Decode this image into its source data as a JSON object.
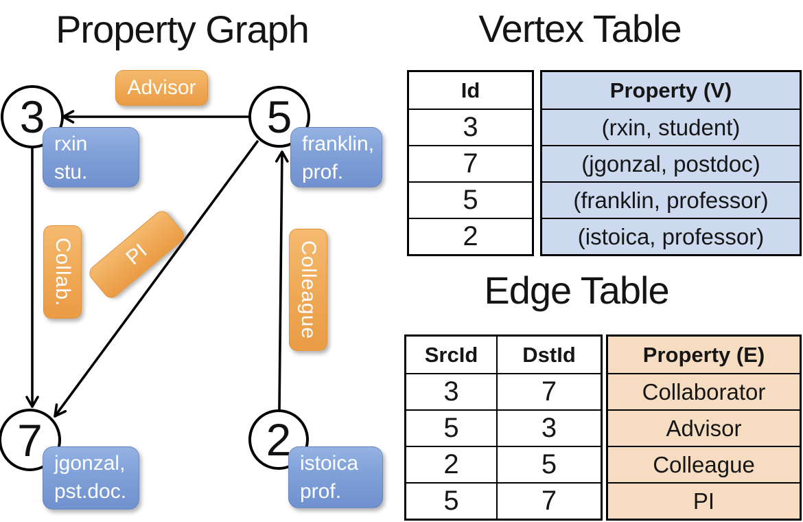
{
  "graph": {
    "title": "Property Graph",
    "vertices": [
      {
        "id": "3",
        "line1": "rxin",
        "line2": "stu."
      },
      {
        "id": "5",
        "line1": "franklin,",
        "line2": "prof."
      },
      {
        "id": "7",
        "line1": "jgonzal,",
        "line2": "pst.doc."
      },
      {
        "id": "2",
        "line1": "istoica",
        "line2": "prof."
      }
    ],
    "edge_labels": {
      "advisor": "Advisor",
      "collab": "Collab.",
      "pi": "PI",
      "colleague": "Colleague"
    }
  },
  "vertex_table": {
    "title": "Vertex Table",
    "columns": {
      "id": "Id",
      "property": "Property (V)"
    },
    "rows": [
      {
        "id": "3",
        "property": "(rxin, student)"
      },
      {
        "id": "7",
        "property": "(jgonzal, postdoc)"
      },
      {
        "id": "5",
        "property": "(franklin, professor)"
      },
      {
        "id": "2",
        "property": "(istoica, professor)"
      }
    ]
  },
  "edge_table": {
    "title": "Edge Table",
    "columns": {
      "src": "SrcId",
      "dst": "DstId",
      "property": "Property (E)"
    },
    "rows": [
      {
        "src": "3",
        "dst": "7",
        "property": "Collaborator"
      },
      {
        "src": "5",
        "dst": "3",
        "property": "Advisor"
      },
      {
        "src": "2",
        "dst": "5",
        "property": "Colleague"
      },
      {
        "src": "5",
        "dst": "7",
        "property": "PI"
      }
    ]
  },
  "colors": {
    "edge_label_orange": "#EFA854",
    "vertex_label_blue": "#7FA0D8",
    "vertex_table_fill": "#CDD9EE",
    "edge_table_fill": "#F6DDC2",
    "line_black": "#000000"
  }
}
